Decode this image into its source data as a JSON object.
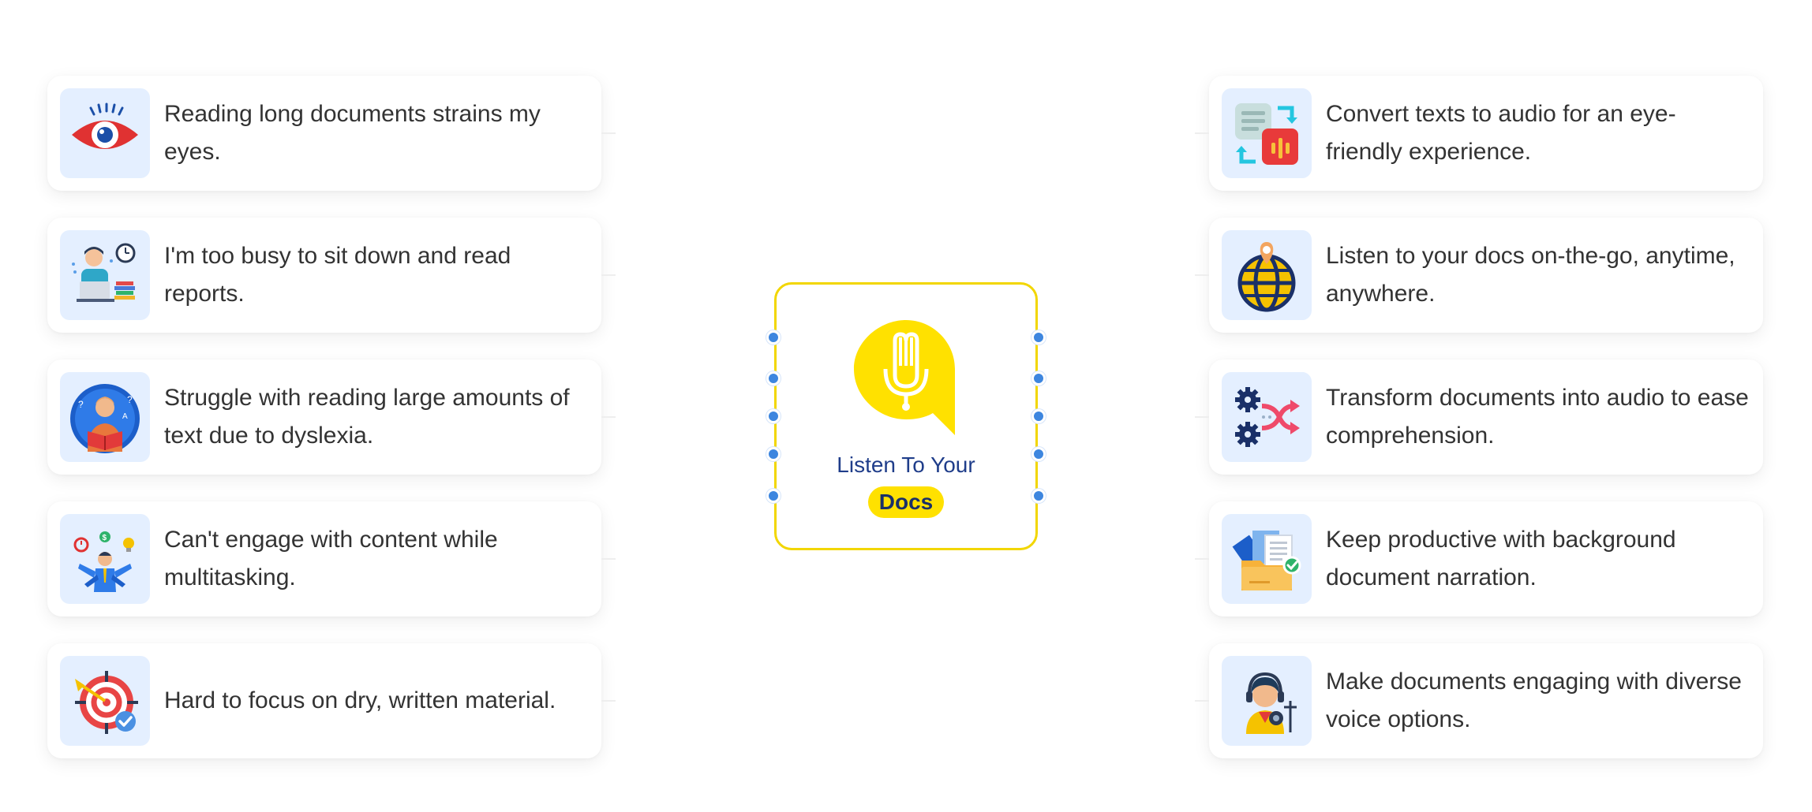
{
  "problems": [
    {
      "text": "Reading long documents strains my eyes.",
      "icon": "eye-icon"
    },
    {
      "text": "I'm too busy to sit down and read reports.",
      "icon": "busy-worker-icon"
    },
    {
      "text": "Struggle with reading large amounts of text due to dyslexia.",
      "icon": "dyslexia-reader-icon"
    },
    {
      "text": "Can't engage with content while multitasking.",
      "icon": "multitasking-person-icon"
    },
    {
      "text": "Hard to focus on dry, written material.",
      "icon": "target-focus-icon"
    }
  ],
  "solutions": [
    {
      "text": "Convert texts to audio for an eye-friendly experience.",
      "icon": "text-to-audio-icon"
    },
    {
      "text": "Listen to your docs on-the-go, anytime, anywhere.",
      "icon": "globe-location-icon"
    },
    {
      "text": "Transform documents into audio to ease comprehension.",
      "icon": "gears-shuffle-icon"
    },
    {
      "text": "Keep productive with background document narration.",
      "icon": "folder-documents-icon"
    },
    {
      "text": "Make documents engaging with diverse voice options.",
      "icon": "voice-headset-icon"
    }
  ],
  "center": {
    "title": "Listen To Your",
    "badge": "Docs",
    "icon": "microphone-speech-bubble-icon"
  },
  "colors": {
    "accent_yellow": "#ffe100",
    "dot_blue": "#3d86df",
    "title_blue": "#1f3d8a",
    "icon_bg": "#e4efff"
  }
}
